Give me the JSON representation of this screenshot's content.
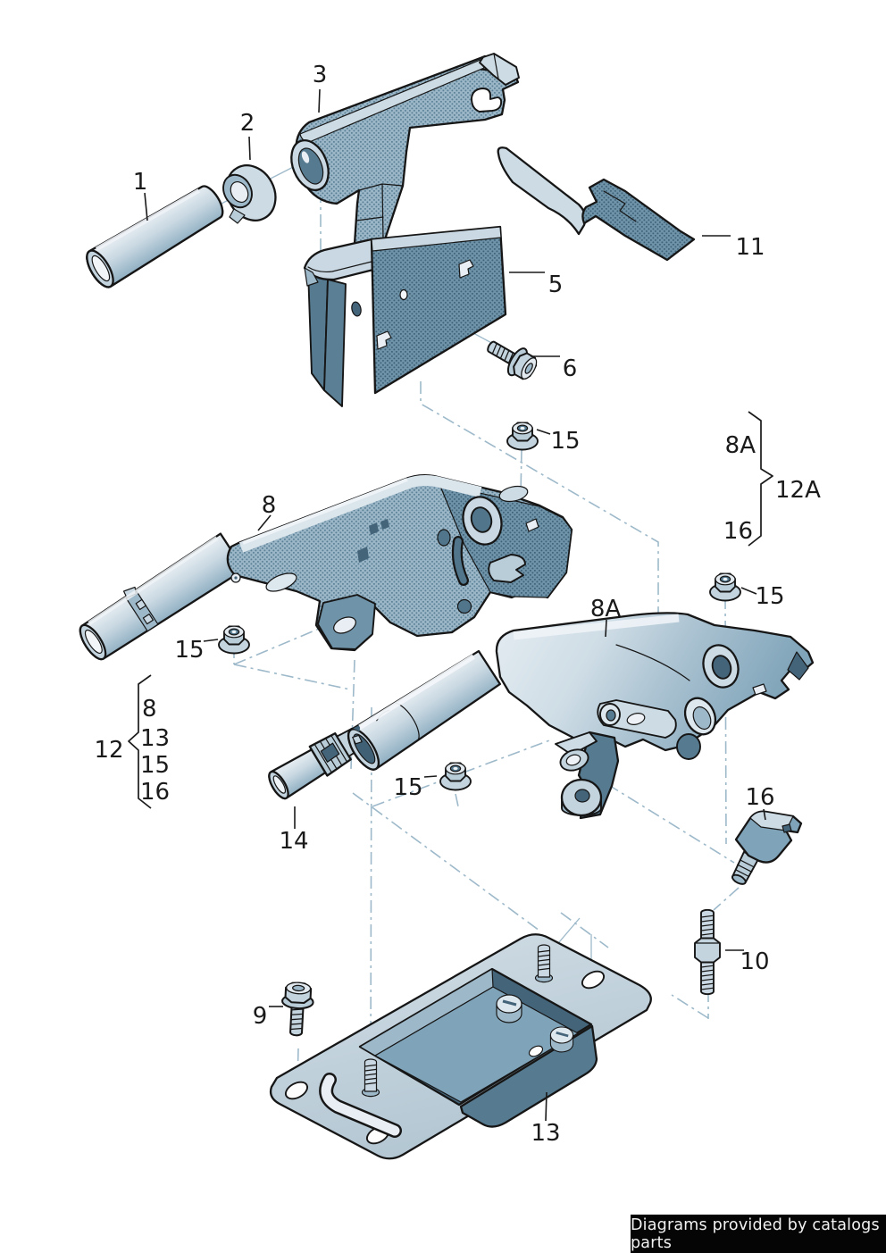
{
  "diagram": {
    "footer": "Diagrams provided by catalogs parts",
    "callouts": {
      "p1": "1",
      "p2": "2",
      "p3": "3",
      "p5": "5",
      "p6": "6",
      "p8": "8",
      "p8a": "8A",
      "p9": "9",
      "p10": "10",
      "p11": "11",
      "p12": "12",
      "p12a": "12A",
      "p13": "13",
      "p14": "14",
      "p15": "15",
      "p16": "16"
    },
    "groups": {
      "g12": {
        "label": "12",
        "items": {
          "i1": "8",
          "i2": "13",
          "i3": "15",
          "i4": "16"
        }
      },
      "g12a": {
        "label": "12A",
        "items": {
          "i1": "8A",
          "i2": "16"
        }
      }
    },
    "colors": {
      "background": "#ffffff",
      "outline": "#161616",
      "label": "#1a1a1a",
      "light": "#c9d8e2",
      "mid": "#9db8c9",
      "dark": "#567b91",
      "darker": "#44647a",
      "highlight": "#e8eef3",
      "construction": "#9db9ca",
      "footer_bg": "#050505",
      "footer_text": "#f2f2f2"
    }
  }
}
